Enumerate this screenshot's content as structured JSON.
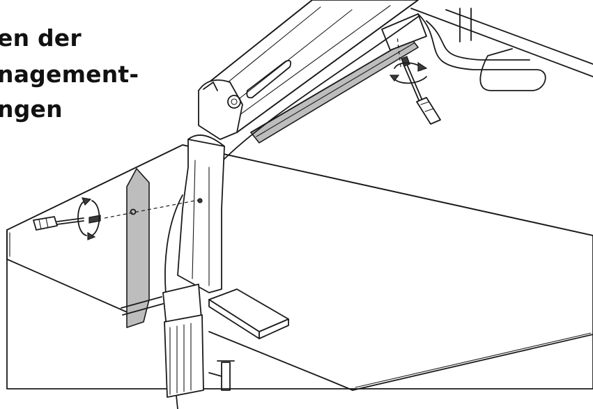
{
  "heading": {
    "line1": "en der",
    "line2": "nagement-",
    "line3": "ngen"
  },
  "colors": {
    "ink": "#1a1a1a",
    "cover_gray": "#bdbdbd",
    "background": "#ffffff"
  },
  "icons": [
    "screwdriver-icon",
    "rotate-arrow-icon"
  ]
}
